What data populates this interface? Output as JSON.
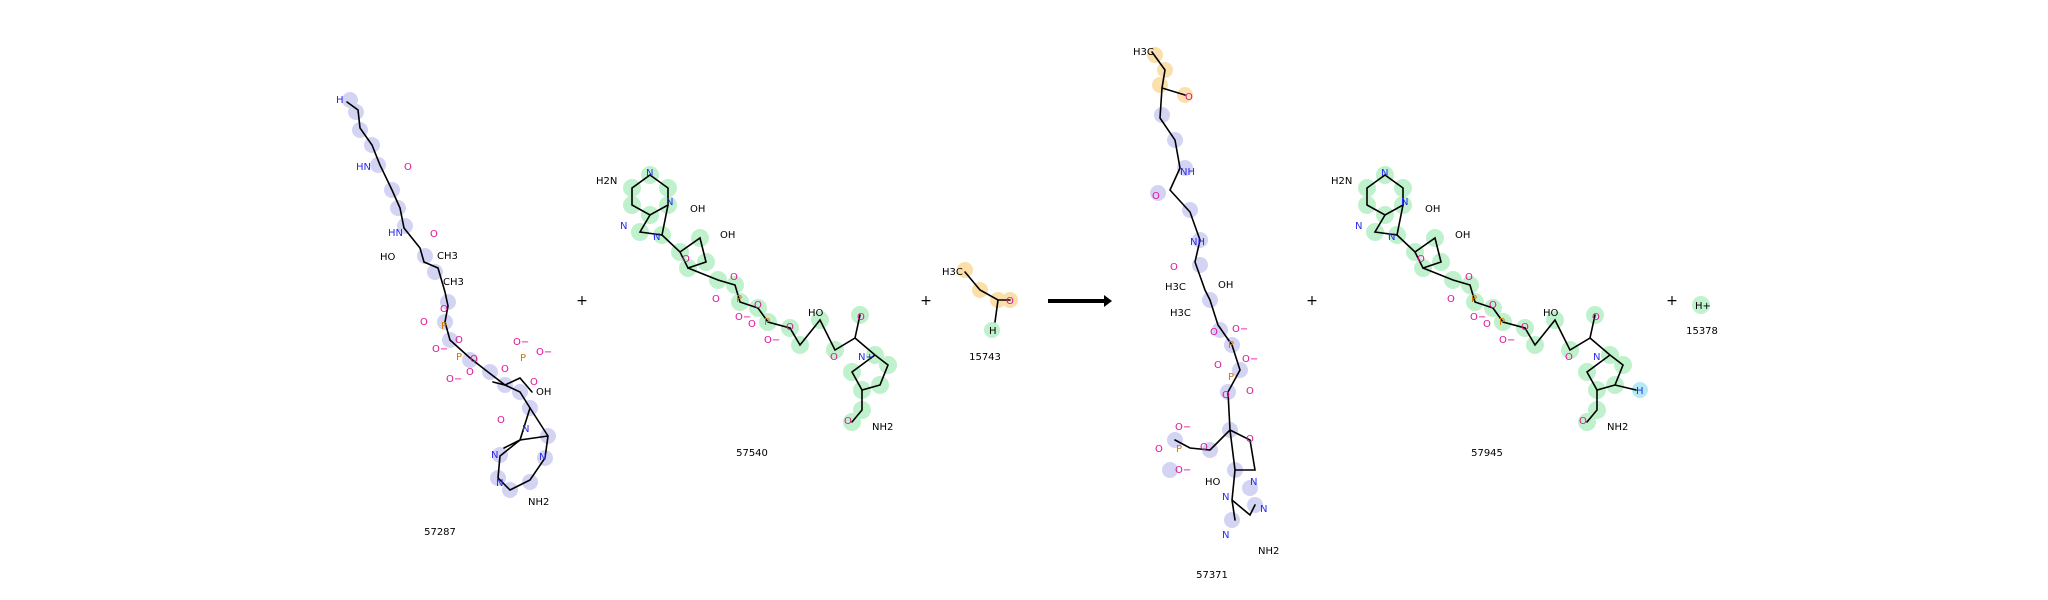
{
  "reaction": {
    "reactants": [
      {
        "id": "57287"
      },
      {
        "id": "57540"
      },
      {
        "id": "15743"
      }
    ],
    "products": [
      {
        "id": "57371"
      },
      {
        "id": "57945"
      },
      {
        "id": "15378"
      }
    ],
    "plus_sign": "+"
  },
  "atoms": {
    "H": "H",
    "HN": "HN",
    "NH": "NH",
    "O": "O",
    "OH": "OH",
    "HO": "HO",
    "CH3": "CH3",
    "H3C": "H3C",
    "P": "P",
    "Ominus": "O−",
    "N": "N",
    "NH2": "NH2",
    "H2N": "H2N",
    "Nplus": "N+",
    "Hplus": "H+"
  },
  "colors": {
    "highlight_blue": "#c9c9f2",
    "highlight_green": "#b4f0c4",
    "highlight_orange": "#fbd99a",
    "highlight_cyan": "#a9e6f5",
    "oxygen": "#e0109a",
    "nitrogen": "#2a2af0",
    "phosphorus": "#d07a00"
  }
}
